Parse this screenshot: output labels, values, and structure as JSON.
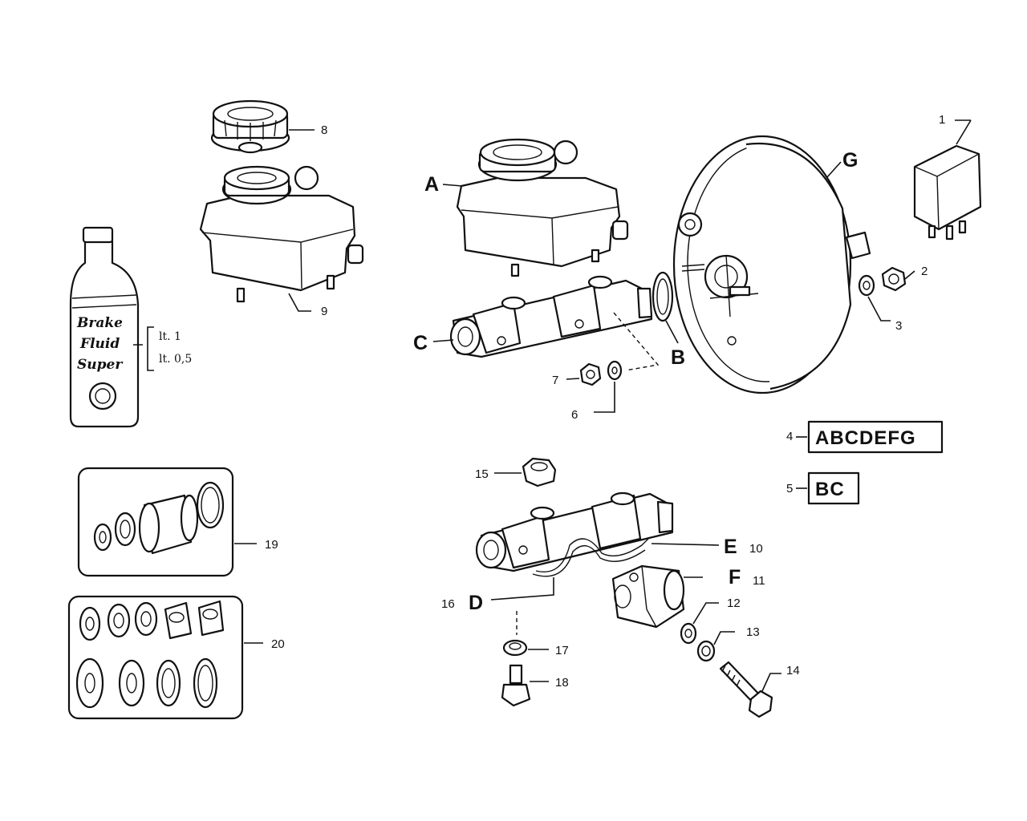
{
  "callouts": {
    "n1": "1",
    "n2": "2",
    "n3": "3",
    "n4": "4",
    "n5": "5",
    "n6": "6",
    "n7": "7",
    "n8": "8",
    "n9": "9",
    "n10": "10",
    "n11": "11",
    "n12": "12",
    "n13": "13",
    "n14": "14",
    "n15": "15",
    "n16": "16",
    "n17": "17",
    "n18": "18",
    "n19": "19",
    "n20": "20"
  },
  "letters": {
    "A": "A",
    "B": "B",
    "C": "C",
    "D": "D",
    "E": "E",
    "F": "F",
    "G": "G"
  },
  "kit_boxes": {
    "kit4": "ABCDEFG",
    "kit5": "BC"
  },
  "bottle": {
    "line1": "Brake",
    "line2": "Fluid",
    "line3": "Super",
    "qty1": "lt. 1",
    "qty2": "lt. 0,5"
  },
  "icons": [
    "relay-icon",
    "reservoir-cap-icon",
    "brake-fluid-bottle-icon",
    "brake-booster-icon",
    "master-cylinder-icon"
  ]
}
